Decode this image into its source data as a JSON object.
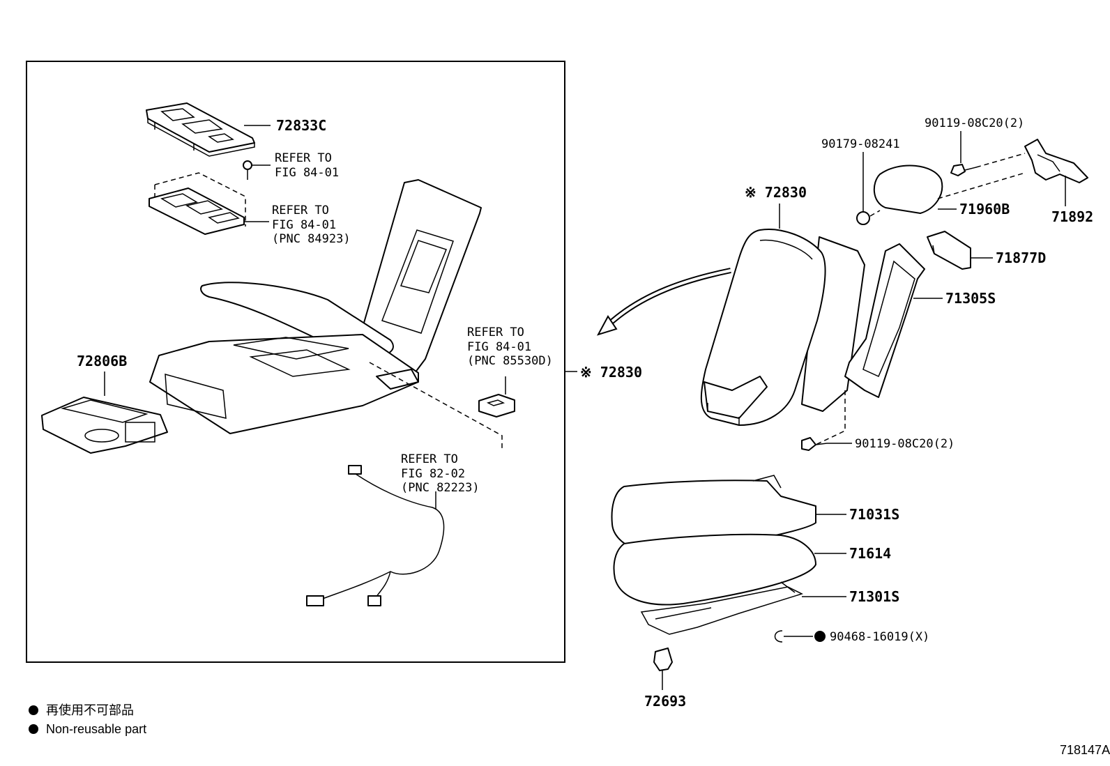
{
  "parts": {
    "p72833C": "72833C",
    "p72806B": "72806B",
    "p72830_box": "※ 72830",
    "p72830_top": "※ 72830",
    "p90179": "90179-08241",
    "p90119_top": "90119-08C20(2)",
    "p71960B": "71960B",
    "p71892": "71892",
    "p71877D": "71877D",
    "p71305S": "71305S",
    "p90119_bottom": "90119-08C20(2)",
    "p71031S": "71031S",
    "p71614": "71614",
    "p71301S": "71301S",
    "p90468": "90468-16019(X)",
    "p72693": "72693"
  },
  "refs": {
    "r1": {
      "line1": "REFER TO",
      "line2": "FIG 84-01",
      "line3": ""
    },
    "r2": {
      "line1": "REFER TO",
      "line2": "FIG 84-01",
      "line3": "(PNC 84923)"
    },
    "r3": {
      "line1": "REFER TO",
      "line2": "FIG 84-01",
      "line3": "(PNC 85530D)"
    },
    "r4": {
      "line1": "REFER TO",
      "line2": "FIG 82-02",
      "line3": "(PNC 82223)"
    }
  },
  "legend": {
    "jp": "再使用不可部品",
    "en": "Non-reusable part"
  },
  "figure_id": "718147A"
}
